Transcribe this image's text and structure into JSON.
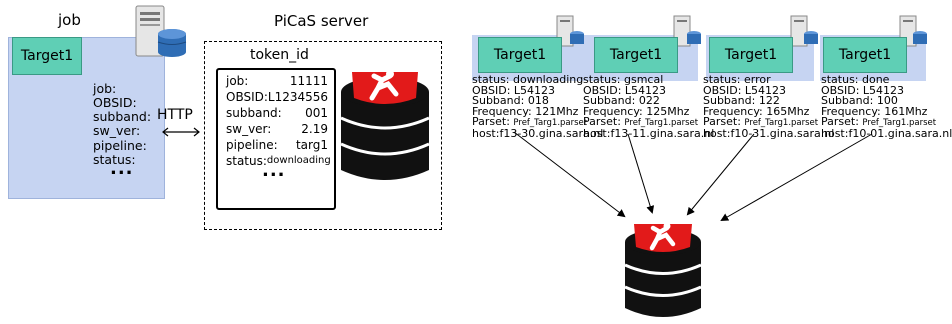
{
  "job": {
    "title": "job",
    "target_label": "Target1",
    "fields": [
      "job:",
      "OBSID:",
      "subband:",
      "sw_ver:",
      "pipeline:",
      "status:"
    ],
    "ellipsis": "..."
  },
  "connector": {
    "label": "HTTP"
  },
  "server": {
    "title": "PiCaS server",
    "token": {
      "title": "token_id",
      "rows": [
        {
          "key": "job:",
          "value": "11111"
        },
        {
          "key": "OBSID:L1234556",
          "value": ""
        },
        {
          "key": "subband:",
          "value": "001"
        },
        {
          "key": "sw_ver:",
          "value": "2.19"
        },
        {
          "key": "pipeline:",
          "value": "targ1"
        },
        {
          "key": "status:",
          "value": "downloading"
        }
      ],
      "ellipsis": "..."
    }
  },
  "workers": [
    {
      "target": "Target1",
      "status": "status: downloading",
      "obsid": "OBSID: L54123",
      "subband": "Subband: 018",
      "frequency": "Frequency: 121Mhz",
      "parset_key": "Parset:",
      "parset_val": "Pref_Targ1.parset",
      "host": "host:f13-30.gina.sara.nl"
    },
    {
      "target": "Target1",
      "status": "status: gsmcal",
      "obsid": "OBSID: L54123",
      "subband": "Subband: 022",
      "frequency": "Frequency: 125Mhz",
      "parset_key": "Parset:",
      "parset_val": "Pref_Targ1.parset",
      "host": "host:f13-11.gina.sara.nl"
    },
    {
      "target": "Target1",
      "status": "status: error",
      "obsid": "OBSID: L54123",
      "subband": "Subband: 122",
      "frequency": "Frequency: 165Mhz",
      "parset_key": "Parset:",
      "parset_val": "Pref_Targ1.parset",
      "host": "host:f10-31.gina.sara.nl"
    },
    {
      "target": "Target1",
      "status": "status: done",
      "obsid": "OBSID: L54123",
      "subband": "Subband: 100",
      "frequency": "Frequency: 161Mhz",
      "parset_key": "Parset:",
      "parset_val": "Pref_Targ1.parset",
      "host": "host:f10-01.gina.sara.nl"
    }
  ],
  "colors": {
    "target_fill": "#5fcfb5",
    "job_panel": "#c6d4f2",
    "db_red": "#e21a1a",
    "db_body": "#111111"
  }
}
